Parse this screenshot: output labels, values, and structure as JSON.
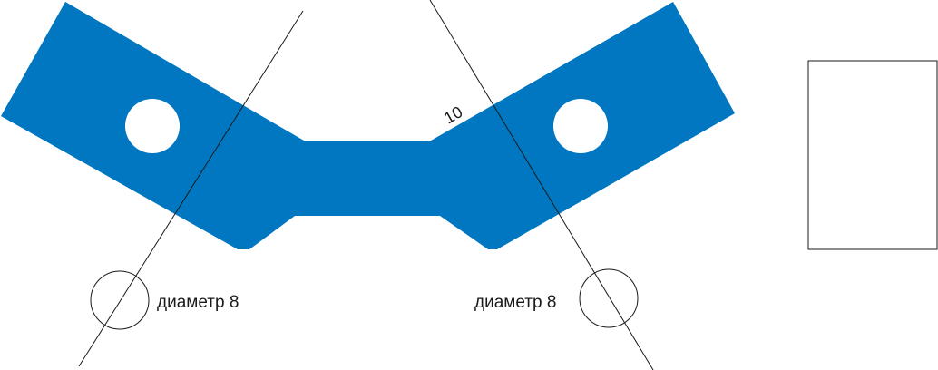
{
  "colors": {
    "part_fill": "#0077c0",
    "hole_fill": "#ffffff",
    "line_stroke": "#1a1a1a",
    "rect_stroke": "#1a1a1a",
    "background": "#ffffff"
  },
  "labels": {
    "left_diameter": "диаметр 8",
    "right_diameter": "диаметр 8",
    "dimension": "10"
  }
}
